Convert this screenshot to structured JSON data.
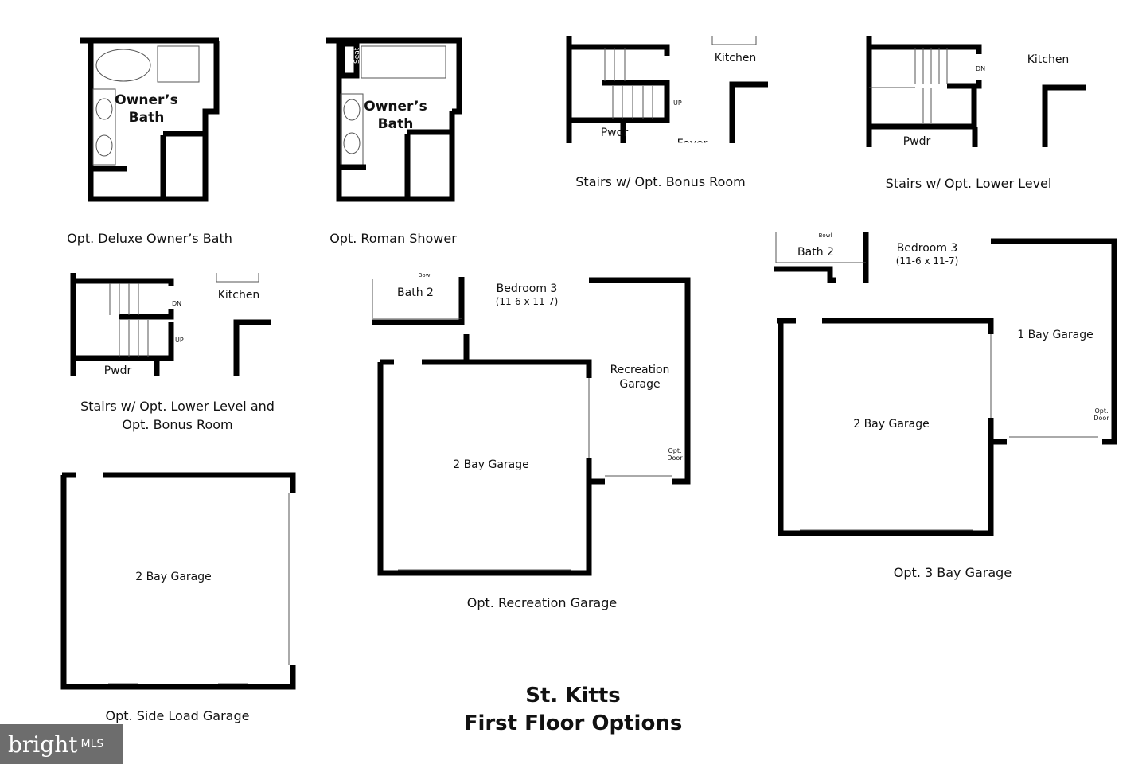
{
  "title": {
    "line1": "St. Kitts",
    "line2": "First Floor Options"
  },
  "plans": {
    "deluxe_bath": {
      "caption": "Opt. Deluxe Owner’s Bath",
      "room1": "Owner’s",
      "room2": "Bath"
    },
    "roman_shower": {
      "caption": "Opt. Roman Shower",
      "room1": "Owner’s",
      "room2": "Bath",
      "seat": "Seat"
    },
    "stairs_bonus": {
      "caption": "Stairs w/ Opt. Bonus Room",
      "kitchen": "Kitchen",
      "pwdr": "Pwdr",
      "foyer": "Foyer",
      "up": "UP"
    },
    "stairs_lower": {
      "caption": "Stairs w/ Opt. Lower Level",
      "kitchen": "Kitchen",
      "pwdr": "Pwdr",
      "dn": "DN"
    },
    "stairs_both": {
      "caption1": "Stairs w/ Opt. Lower Level and",
      "caption2": "Opt. Bonus Room",
      "kitchen": "Kitchen",
      "pwdr": "Pwdr",
      "dn": "DN",
      "up": "UP"
    },
    "side_load": {
      "caption": "Opt. Side Load Garage",
      "garage": "2 Bay Garage"
    },
    "rec_garage": {
      "caption": "Opt. Recreation Garage",
      "bath": "Bath 2",
      "bowl": "Bowl",
      "bedroom": "Bedroom 3",
      "bedroom_dim": "(11-6 x 11-7)",
      "garage": "2 Bay Garage",
      "rec1": "Recreation",
      "rec2": "Garage",
      "door1": "Opt.",
      "door2": "Door"
    },
    "three_bay": {
      "caption": "Opt. 3 Bay Garage",
      "bath": "Bath 2",
      "bowl": "Bowl",
      "bedroom": "Bedroom 3",
      "bedroom_dim": "(11-6 x 11-7)",
      "garage": "2 Bay Garage",
      "garage1": "1 Bay Garage",
      "door1": "Opt.",
      "door2": "Door"
    }
  },
  "watermark": {
    "brand": "bright",
    "suffix": "MLS"
  }
}
